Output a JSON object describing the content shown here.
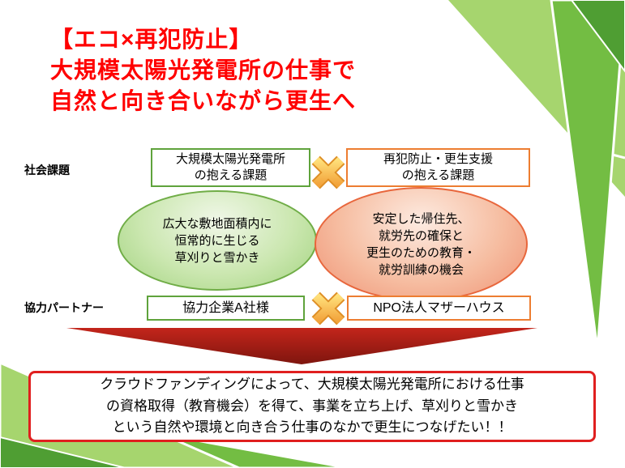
{
  "slide": {
    "title": {
      "lines": [
        "【エコ×再犯防止】",
        "大規模太陽光発電所の仕事で",
        "自然と向き合いながら更生へ"
      ],
      "color": "#FF0000"
    },
    "row_labels": {
      "social_issue": "社会課題",
      "partner": "協力パートナー"
    },
    "issues": {
      "solar_box": "大規模太陽光発電所\nの抱える課題",
      "recidivism_box": "再犯防止・更生支援\nの抱える課題",
      "solar_ellipse": "広大な敷地面積内に\n恒常的に生じる\n草刈りと雪かき",
      "recidivism_ellipse": "安定した帰住先、\n就労先の確保と\n更生のための教育・\n就労訓練の機会"
    },
    "partners": {
      "company_box": "協力企業A社様",
      "npo_box": "NPO法人マザーハウス"
    },
    "conclusion": "クラウドファンディングによって、大規模太陽光発電所における仕事\nの資格取得（教育機会）を得て、事業を立ち上げ、草刈りと雪かき\nという自然や環境と向き合う仕事のなかで更生につなげたい！！",
    "icons": {
      "multiply_top": "gold-cross",
      "multiply_bottom": "gold-cross",
      "down_arrow": "red-wide-down-arrow"
    },
    "colors": {
      "title_red": "#FF0000",
      "green_accent": "#5FA33C",
      "orange_accent": "#ED7D31",
      "gold_cross": "#F2A33B",
      "arrow_red": "#A81F14",
      "conclusion_border": "#E01F1F",
      "deco_light_green": "#A6D56E",
      "deco_medium_green": "#73BD43",
      "deco_dark_green": "#4F9E33"
    }
  }
}
